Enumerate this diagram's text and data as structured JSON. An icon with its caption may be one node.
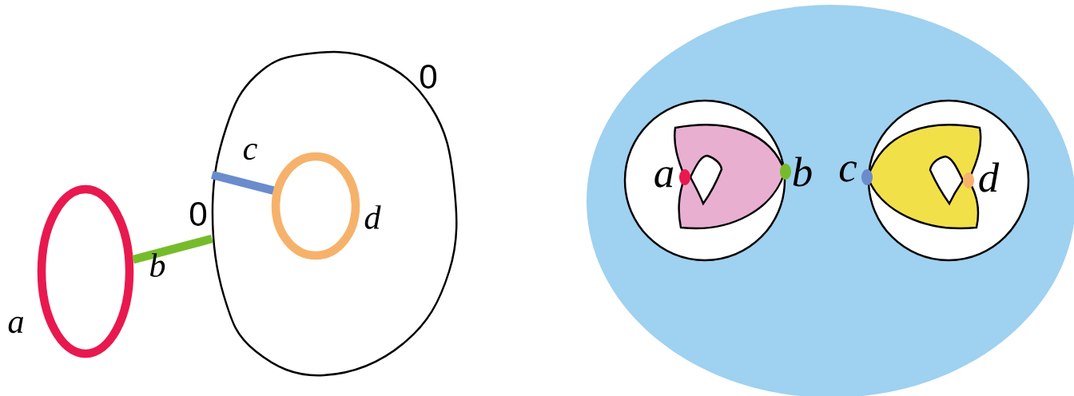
{
  "diagram": {
    "nodes": [
      {
        "text": [],
        "shape": "circle",
        "beside": [
          "a"
        ]
      },
      {
        "text": [],
        "shape": "blob",
        "beside": [
          "0",
          "0"
        ]
      },
      {
        "text": [],
        "shape": "circle",
        "in": 1,
        "beside": [
          "d"
        ]
      }
    ],
    "edges": [
      {
        "from": 0,
        "to": 1,
        "arrow": "none",
        "label": "b",
        "color": "#76bc2a"
      },
      {
        "from": 1,
        "to": 2,
        "arrow": "none",
        "label": "c",
        "color": "#6a8ccc"
      }
    ],
    "labels": [
      "a",
      "b",
      "c",
      "d"
    ]
  }
}
